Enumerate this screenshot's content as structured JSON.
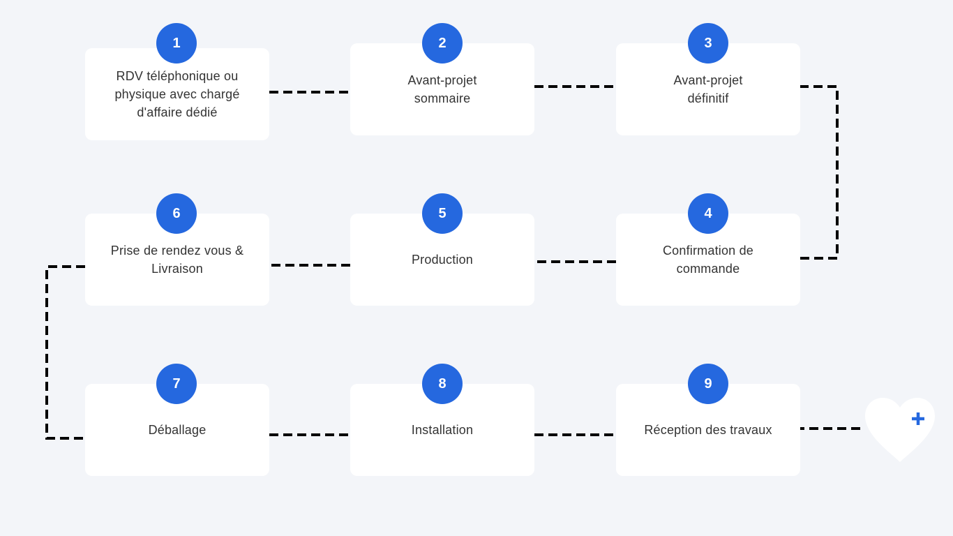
{
  "colors": {
    "background": "#f3f5f9",
    "card": "#ffffff",
    "badge": "#2568df",
    "connector": "#000000",
    "plus": "#2568df"
  },
  "steps": [
    {
      "number": "1",
      "text": "RDV téléphonique ou physique avec chargé d'affaire dédié"
    },
    {
      "number": "2",
      "text": "Avant-projet sommaire"
    },
    {
      "number": "3",
      "text": "Avant-projet définitif"
    },
    {
      "number": "4",
      "text": "Confirmation de commande"
    },
    {
      "number": "5",
      "text": "Production"
    },
    {
      "number": "6",
      "text": "Prise de rendez vous & Livraison"
    },
    {
      "number": "7",
      "text": "Déballage"
    },
    {
      "number": "8",
      "text": "Installation"
    },
    {
      "number": "9",
      "text": "Réception des travaux"
    }
  ],
  "end_icon": {
    "icon": "heart-plus-icon"
  }
}
